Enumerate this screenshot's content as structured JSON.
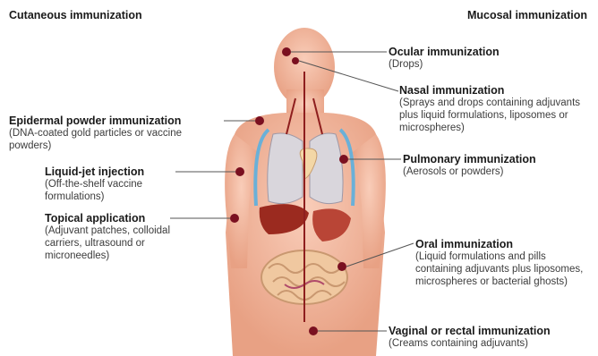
{
  "headers": {
    "left": "Cutaneous immunization",
    "right": "Mucosal immunization"
  },
  "routes": [
    {
      "title": "Ocular immunization",
      "desc": "(Drops)"
    },
    {
      "title": "Nasal immunization",
      "desc": "(Sprays and drops containing adjuvants plus liquid formulations, liposomes or microspheres)"
    },
    {
      "title": "Epidermal powder immunization",
      "desc": "(DNA-coated gold particles or vaccine powders)"
    },
    {
      "title": "Pulmonary immunization",
      "desc": "(Aerosols or powders)"
    },
    {
      "title": "Liquid-jet injection",
      "desc": "(Off-the-shelf vaccine formulations)"
    },
    {
      "title": "Topical application",
      "desc": "(Adjuvant patches, colloidal carriers, ultrasound or microneedles)"
    },
    {
      "title": "Oral immunization",
      "desc": "(Liquid formulations and pills containing adjuvants plus liposomes, microspheres or bacterial ghosts)"
    },
    {
      "title": "Vaginal or rectal immunization",
      "desc": "(Creams containing adjuvants)"
    }
  ],
  "colors": {
    "skin": "#f4b8a0",
    "skin_dark": "#e59c82",
    "organ_red": "#b23a2a",
    "marker": "#7a1020",
    "line": "#555555"
  }
}
